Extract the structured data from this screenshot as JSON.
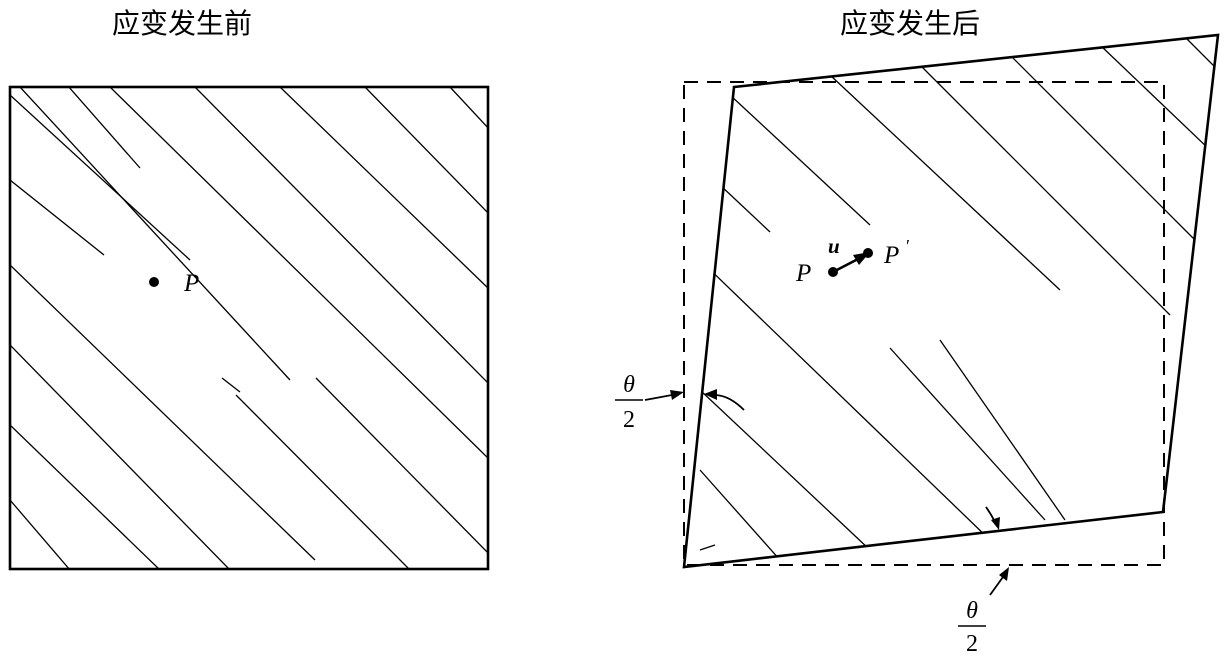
{
  "titles": {
    "before": "应变发生前",
    "after": "应变发生后"
  },
  "points": {
    "p": "P",
    "p_prime": "P",
    "prime_mark": "′"
  },
  "vectors": {
    "u": "u"
  },
  "angles": {
    "numerator": "θ",
    "denominator": "2"
  },
  "colors": {
    "ink": "#000000",
    "background": "#ffffff"
  }
}
